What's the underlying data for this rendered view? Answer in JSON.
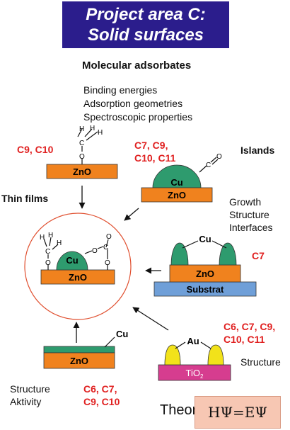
{
  "title": {
    "line1": "Project area C:",
    "line2": "Solid surfaces"
  },
  "section_heading": "Molecular adsorbates",
  "properties": [
    "Binding energies",
    "Adsorption geometries",
    "Spectroscopic properties"
  ],
  "labels": {
    "zno": "ZnO",
    "cu": "Cu",
    "au": "Au",
    "substrat": "Substrat",
    "tio2": "TiO",
    "tio2_sub": "2",
    "islands": "Islands",
    "thin_films": "Thin films",
    "growth": [
      "Growth",
      "Structure",
      "Interfaces"
    ],
    "structure_right": "Structure",
    "structure_activity": [
      "Structure",
      "Aktivity"
    ],
    "theory": "Theory",
    "equation": "HΨ=EΨ"
  },
  "molecule_atoms": {
    "h": "H",
    "c": "C",
    "o": "O"
  },
  "project_codes": {
    "top_left": "C9, C10",
    "top_center": [
      "C7, C9,",
      "C10, C11"
    ],
    "middle_right": "C7",
    "bottom_right": [
      "C6, C7, C9,",
      "C10, C11"
    ],
    "bottom_left": [
      "C6, C7,",
      "C9, C10"
    ]
  },
  "colors": {
    "banner": "#2b1d8c",
    "zno": "#f0821e",
    "cu": "#2e9b6e",
    "substrat": "#6f9fd8",
    "tio2": "#d63d8f",
    "au": "#f2e21a",
    "codes": "#e02020",
    "theory_box": "#f7c7b3",
    "circle": "#e05030"
  }
}
